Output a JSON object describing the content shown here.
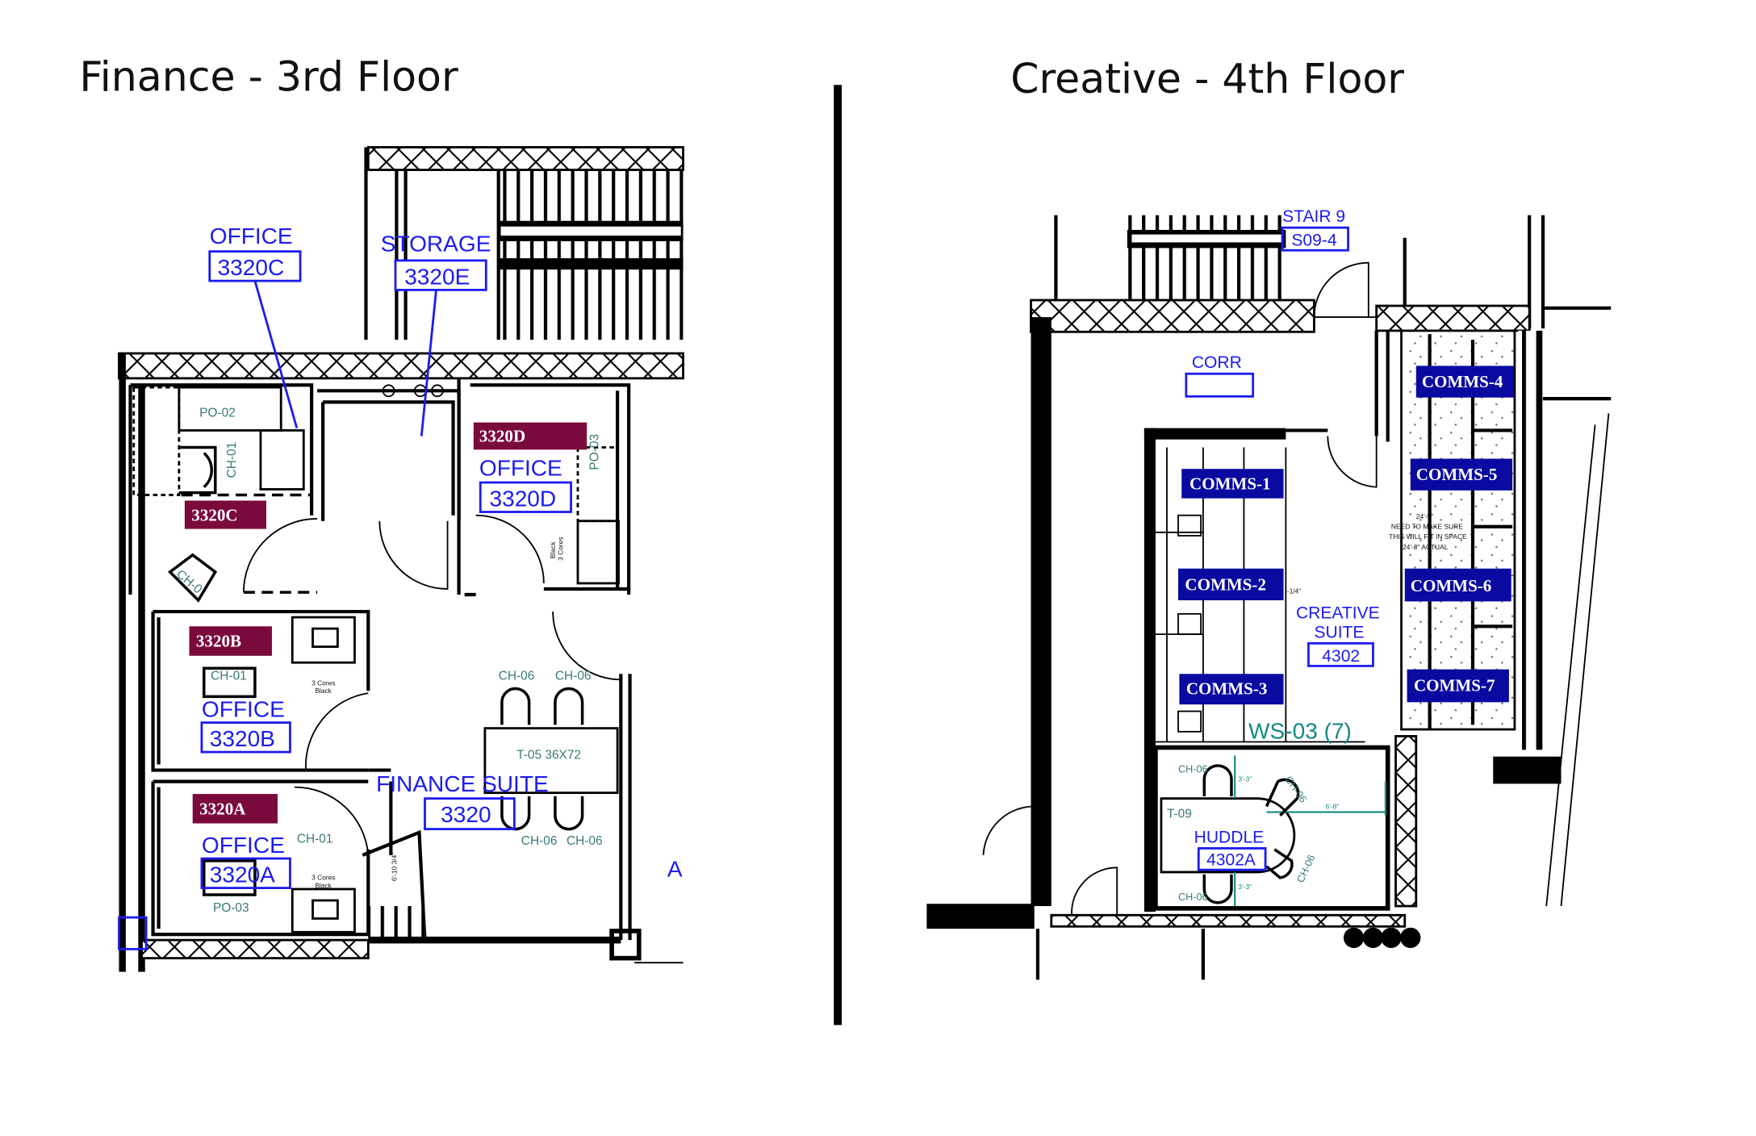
{
  "left": {
    "title": "Finance - 3rd Floor",
    "rooms": {
      "office_c": {
        "type": "OFFICE",
        "number": "3320C",
        "tag": "3320C"
      },
      "storage": {
        "type": "STORAGE",
        "number": "3320E"
      },
      "office_d": {
        "type": "OFFICE",
        "number": "3320D",
        "tag": "3320D"
      },
      "office_b": {
        "type": "OFFICE",
        "number": "3320B",
        "tag": "3320B"
      },
      "office_a": {
        "type": "OFFICE",
        "number": "3320A",
        "tag": "3320A"
      },
      "suite": {
        "type": "FINANCE SUITE",
        "number": "3320"
      }
    },
    "furniture": {
      "po02": "PO-02",
      "ch01": "CH-01",
      "po03_d": "PO-03",
      "po03_a": "PO-03",
      "ch01_b": "CH-01",
      "ch01_a": "CH-01",
      "ch0x": "CH-0",
      "table": "T-05 36X72",
      "chairs": [
        "CH-06",
        "CH-06",
        "CH-06",
        "CH-06"
      ],
      "cores_b": [
        "3 Cores",
        "Black"
      ],
      "cores_a": [
        "3 Cores",
        "Black"
      ],
      "cores_d": [
        "Black",
        "3 Cores"
      ],
      "dimension": "6'-10 3/4\""
    },
    "edge_letter": "A"
  },
  "right": {
    "title": "Creative - 4th Floor",
    "stair": {
      "name": "STAIR 9",
      "number": "S09-4"
    },
    "corr": {
      "name": "CORR",
      "number": ""
    },
    "comms": [
      "COMMS-1",
      "COMMS-2",
      "COMMS-3",
      "COMMS-4",
      "COMMS-5",
      "COMMS-6",
      "COMMS-7"
    ],
    "suite": {
      "line1": "CREATIVE",
      "line2": "SUITE",
      "number": "4302"
    },
    "workstations": "WS-03 (7)",
    "huddle": {
      "name": "HUDDLE",
      "number": "4302A",
      "table": "T-09",
      "chairs": [
        "CH-06",
        "CH-06",
        "CH-06",
        "CH-06"
      ],
      "dims": [
        "3'-3\"",
        "3'-3\"",
        "6'-8\""
      ]
    },
    "note": [
      "24'-5\"",
      "NEED TO MAKE SURE",
      "THIS WILL FIT IN SPACE",
      "24'-3\" ACTUAL"
    ],
    "dim_fragment": "-1/4\""
  },
  "colors": {
    "label_blue": "#1c1cf0",
    "tag_maroon": "#7b0a3c",
    "tag_navy": "#0a0aa0",
    "furniture_teal": "#3a7a78"
  }
}
